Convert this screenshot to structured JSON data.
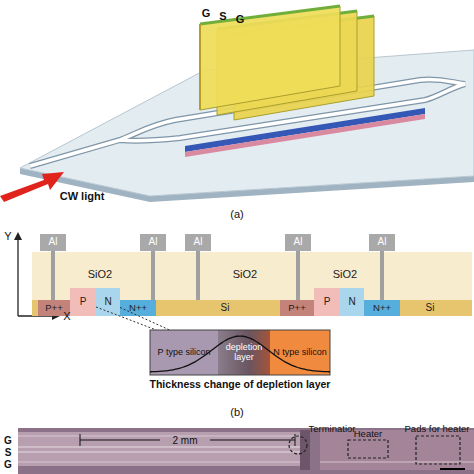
{
  "diagram": {
    "nodes": [
      {
        "text": [
          "Al"
        ]
      },
      {
        "text": [
          "Al"
        ]
      },
      {
        "text": [
          "Al"
        ]
      },
      {
        "text": [
          "Al"
        ]
      },
      {
        "text": [
          "Al"
        ]
      },
      {
        "text": [
          "SiO2",
          "SiO2",
          "SiO2"
        ]
      },
      {
        "text": [
          "Si",
          "Si"
        ]
      },
      {
        "text": [
          "P++"
        ],
        "in": 6
      },
      {
        "text": [
          "P"
        ],
        "in": 6
      },
      {
        "text": [
          "N"
        ],
        "in": 6
      },
      {
        "text": [
          "N++"
        ],
        "in": 6
      },
      {
        "text": [
          "P++"
        ],
        "in": 6
      },
      {
        "text": [
          "P"
        ],
        "in": 6
      },
      {
        "text": [
          "N"
        ],
        "in": 6
      },
      {
        "text": [
          "N++"
        ],
        "in": 6
      },
      {
        "text": [
          "Thickness change of depletion layer"
        ]
      },
      {
        "text": [
          "P type silicon"
        ],
        "in": 15
      },
      {
        "text": [
          "depletion layer"
        ],
        "in": 15
      },
      {
        "text": [
          "N type silicon"
        ],
        "in": 15
      },
      {
        "text": [
          "Terminatior"
        ]
      },
      {
        "text": [
          "Heater"
        ]
      },
      {
        "text": [
          "Pads for heater"
        ]
      }
    ],
    "edges": [
      {
        "from": 8,
        "to": 15,
        "arrow": "none"
      },
      {
        "from": 9,
        "to": 15,
        "arrow": "none"
      }
    ],
    "labels": [
      "G",
      "S",
      "G",
      "CW light",
      "(a)",
      "Y",
      "X",
      "(b)",
      "G",
      "S",
      "G",
      "2 mm"
    ]
  }
}
